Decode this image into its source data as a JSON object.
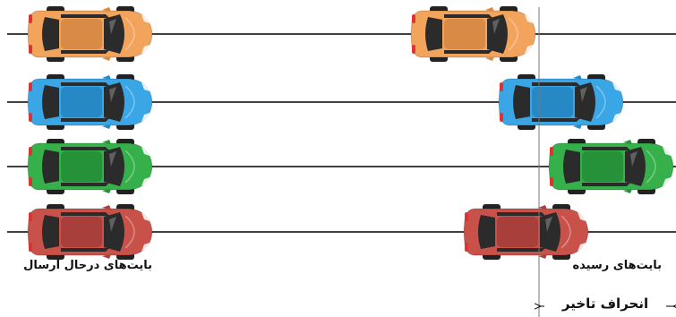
{
  "labels": {
    "sending_bytes": "بایت‌های درحال ارسال",
    "arrived_bytes": "بایت‌های رسیده",
    "jitter": "انحراف تاخیر"
  },
  "lanes": [
    {
      "color_name": "orange",
      "body_color": "#F3A45C",
      "roof_color": "#D98A45",
      "sent_car_icon": "car-top-view-icon",
      "arrived_car_icon": "car-top-view-icon"
    },
    {
      "color_name": "blue",
      "body_color": "#3AA6E6",
      "roof_color": "#2689C6",
      "sent_car_icon": "car-top-view-icon",
      "arrived_car_icon": "car-top-view-icon"
    },
    {
      "color_name": "green",
      "body_color": "#36B04A",
      "roof_color": "#25923A",
      "sent_car_icon": "car-top-view-icon",
      "arrived_car_icon": "car-top-view-icon"
    },
    {
      "color_name": "red",
      "body_color": "#C8514A",
      "roof_color": "#A83F3A",
      "sent_car_icon": "car-top-view-icon",
      "arrived_car_icon": "car-top-view-icon"
    }
  ],
  "colors": {
    "lane_line": "#000000",
    "reference_line": "#777777",
    "window": "#2B2B2B",
    "tire": "#222222"
  }
}
